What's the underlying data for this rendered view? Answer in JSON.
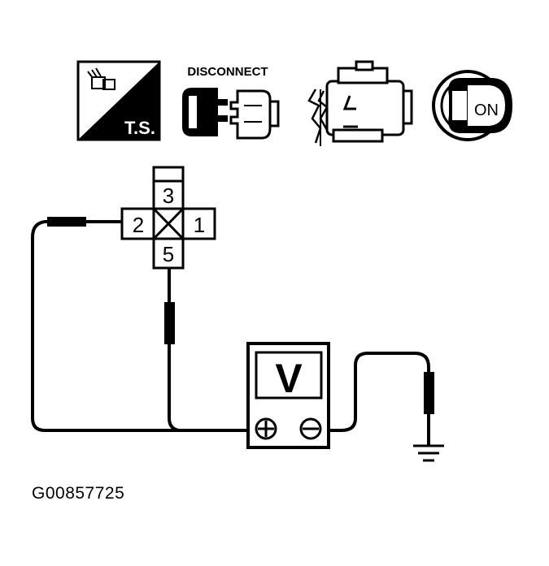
{
  "icons": {
    "ts_label": "T.S.",
    "disconnect_label": "DISCONNECT",
    "on_label": "ON"
  },
  "connector": {
    "pin_top": "3",
    "pin_left": "2",
    "pin_right": "1",
    "pin_bottom": "5"
  },
  "meter": {
    "display": "V",
    "positive": "+",
    "negative": "−"
  },
  "figure_id": "G00857725",
  "colors": {
    "ink": "#000000",
    "paper": "#ffffff"
  }
}
